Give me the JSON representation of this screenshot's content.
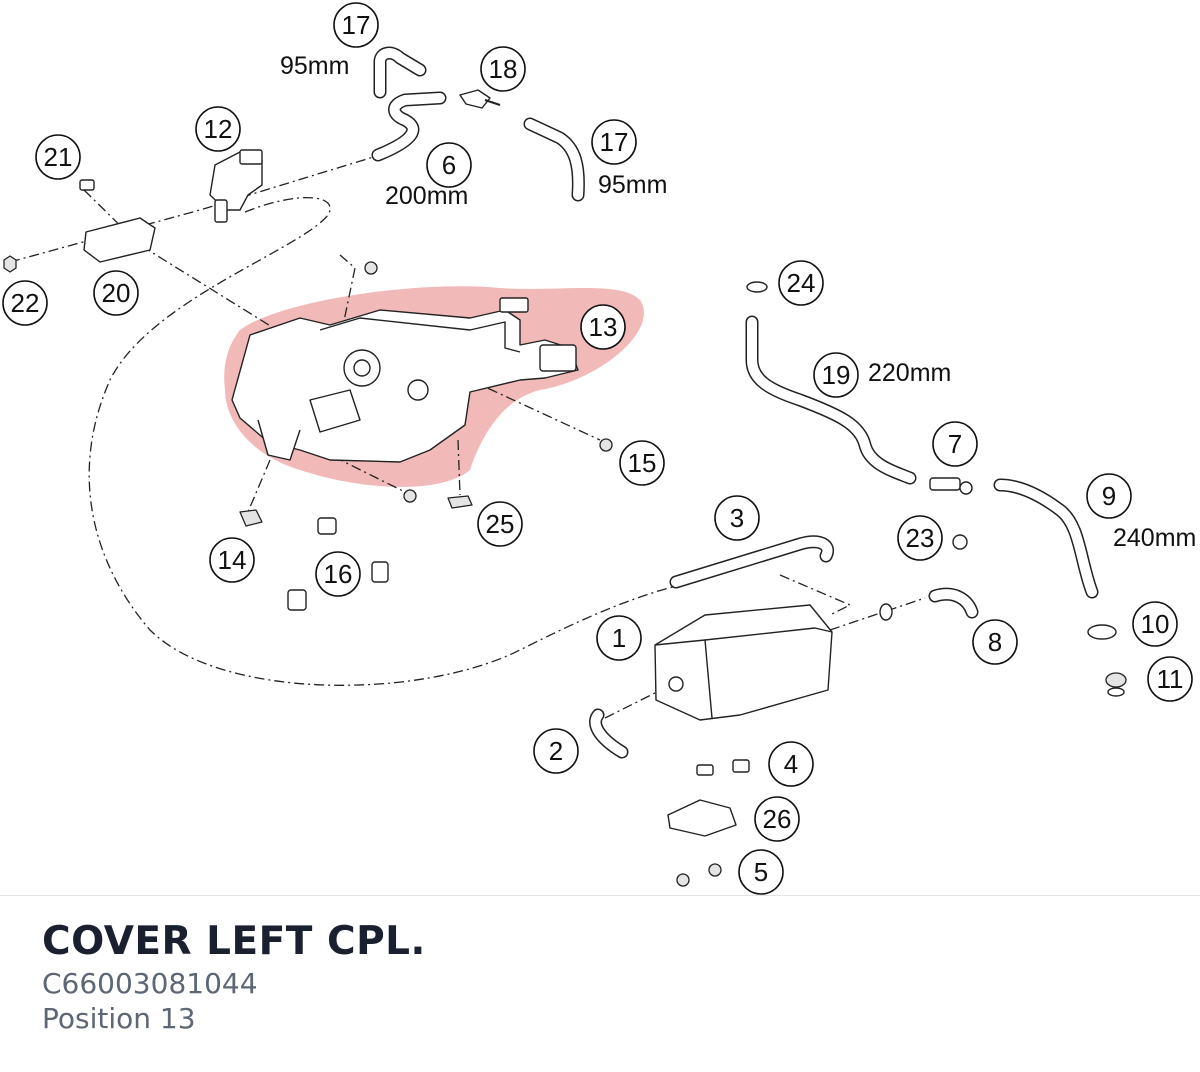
{
  "title": "COVER LEFT CPL.",
  "part_number": "C66003081044",
  "position_label": "Position 13",
  "highlight_color": "#e98a8a",
  "callouts": [
    {
      "id": "c1",
      "label": "1"
    },
    {
      "id": "c2",
      "label": "2"
    },
    {
      "id": "c3",
      "label": "3"
    },
    {
      "id": "c4",
      "label": "4"
    },
    {
      "id": "c5",
      "label": "5"
    },
    {
      "id": "c6",
      "label": "6"
    },
    {
      "id": "c7",
      "label": "7"
    },
    {
      "id": "c8",
      "label": "8"
    },
    {
      "id": "c9",
      "label": "9"
    },
    {
      "id": "c10",
      "label": "10"
    },
    {
      "id": "c11",
      "label": "11"
    },
    {
      "id": "c12",
      "label": "12"
    },
    {
      "id": "c13",
      "label": "13"
    },
    {
      "id": "c14",
      "label": "14"
    },
    {
      "id": "c15",
      "label": "15"
    },
    {
      "id": "c16",
      "label": "16"
    },
    {
      "id": "c17a",
      "label": "17"
    },
    {
      "id": "c17b",
      "label": "17"
    },
    {
      "id": "c18",
      "label": "18"
    },
    {
      "id": "c19",
      "label": "19"
    },
    {
      "id": "c20",
      "label": "20"
    },
    {
      "id": "c21",
      "label": "21"
    },
    {
      "id": "c22",
      "label": "22"
    },
    {
      "id": "c23",
      "label": "23"
    },
    {
      "id": "c24",
      "label": "24"
    },
    {
      "id": "c25",
      "label": "25"
    },
    {
      "id": "c26",
      "label": "26"
    }
  ],
  "dimensions": [
    {
      "id": "d17a",
      "text": "95mm"
    },
    {
      "id": "d17b",
      "text": "95mm"
    },
    {
      "id": "d6",
      "text": "200mm"
    },
    {
      "id": "d19",
      "text": "220mm"
    },
    {
      "id": "d9",
      "text": "240mm"
    }
  ]
}
